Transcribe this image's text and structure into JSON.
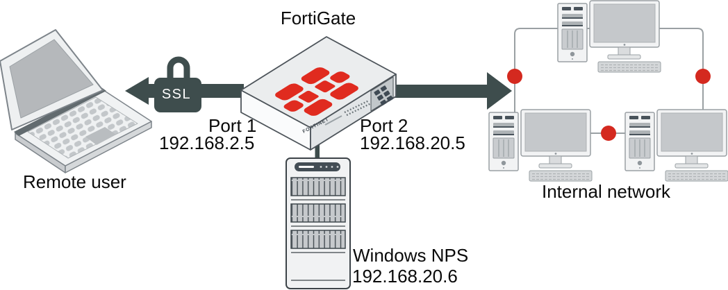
{
  "diagram": {
    "title": "FortiGate",
    "remote_user": {
      "label": "Remote user"
    },
    "ssl_lock": {
      "label": "SSL"
    },
    "fortigate": {
      "brand": "FORTINET",
      "port1": {
        "name": "Port 1",
        "ip": "192.168.2.5"
      },
      "port2": {
        "name": "Port 2",
        "ip": "192.168.20.5"
      }
    },
    "nps_server": {
      "name": "Windows NPS",
      "ip": "192.168.20.6"
    },
    "internal_network": {
      "label": "Internal network"
    },
    "connections": [
      {
        "from": "FortiGate",
        "to": "Remote user",
        "via": "SSL"
      },
      {
        "from": "FortiGate",
        "to": "Internal network"
      },
      {
        "from": "FortiGate",
        "to": "Windows NPS"
      }
    ],
    "colors": {
      "fortinet_red": "#e02b1f",
      "node_dot_red": "#d4291f",
      "arrow_dark": "#3e4d4d",
      "link_grey": "#9aa0a3"
    }
  }
}
